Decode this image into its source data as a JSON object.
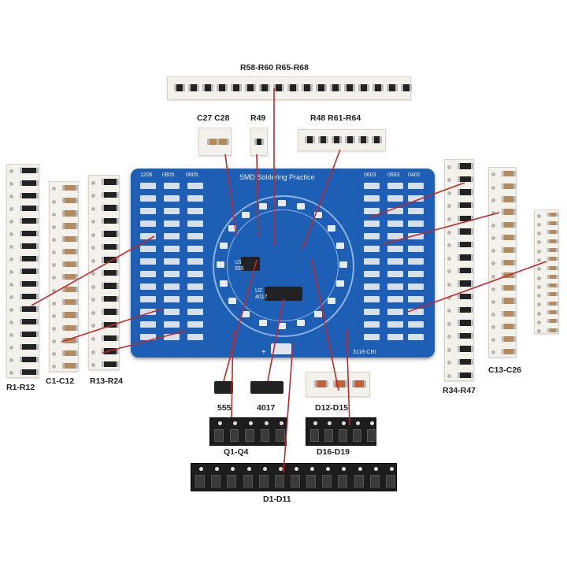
{
  "board": {
    "title": "SMD Soldering Practice",
    "size_labels_left": [
      "1206",
      "0805",
      "0805"
    ],
    "size_labels_right": [
      "0603",
      "0603",
      "0402"
    ],
    "ic_labels": [
      "U1",
      "555",
      "U2",
      "4017"
    ],
    "code": "3118-CRI",
    "plus_sign": "+"
  },
  "labels": {
    "top_resistors": "R58-R60  R65-R68",
    "caps_c27": "C27 C28",
    "r49": "R49",
    "r48": "R48  R61-R64",
    "r1": "R1-R12",
    "c1": "C1-C12",
    "r13": "R13-R24",
    "r34": "R34-R47",
    "c13": "C13-C26",
    "ic555": "555",
    "ic4017": "4017",
    "d12": "D12-D15",
    "q1": "Q1-Q4",
    "d16": "D16-D19",
    "d1": "D1-D11"
  },
  "colors": {
    "pcb": "#1d5fb4",
    "leader_line": "#c0282d",
    "tape": "#f3f1ec",
    "black_tape": "#1d1d1d"
  }
}
